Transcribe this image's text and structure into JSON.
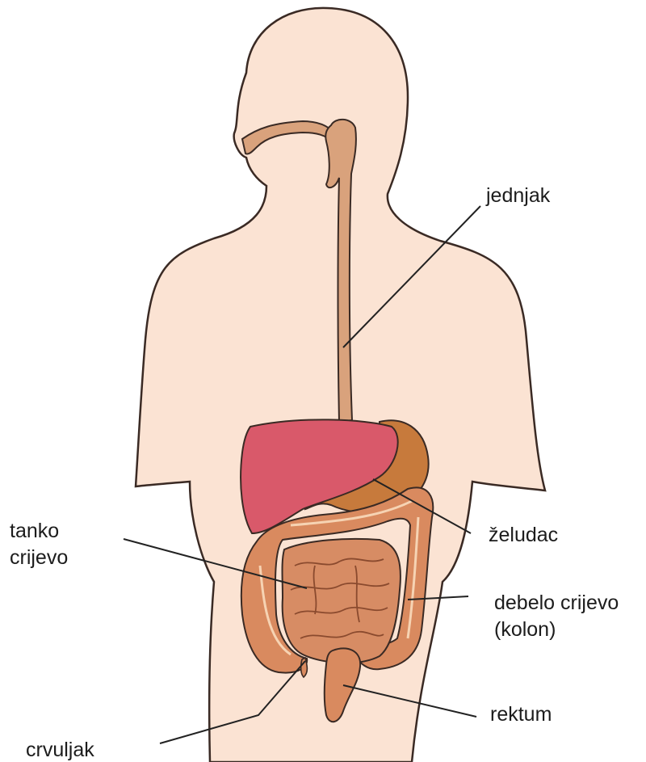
{
  "labels": {
    "jednjak": "jednjak",
    "zeludac": "želudac",
    "tanko_line1": "tanko",
    "tanko_line2": "crijevo",
    "debelo_line1": "debelo crijevo",
    "debelo_line2": "(kolon)",
    "rektum": "rektum",
    "crvuljak": "crvuljak"
  },
  "colors": {
    "skin": "#fbe3d3",
    "outline": "#3a2a24",
    "esophagus": "#d9a27c",
    "liver": "#d9596a",
    "stomach": "#c77a3c",
    "intestine": "#d98a5f",
    "intestine_highlight": "#f6d3b3",
    "leader_line": "#222222"
  }
}
